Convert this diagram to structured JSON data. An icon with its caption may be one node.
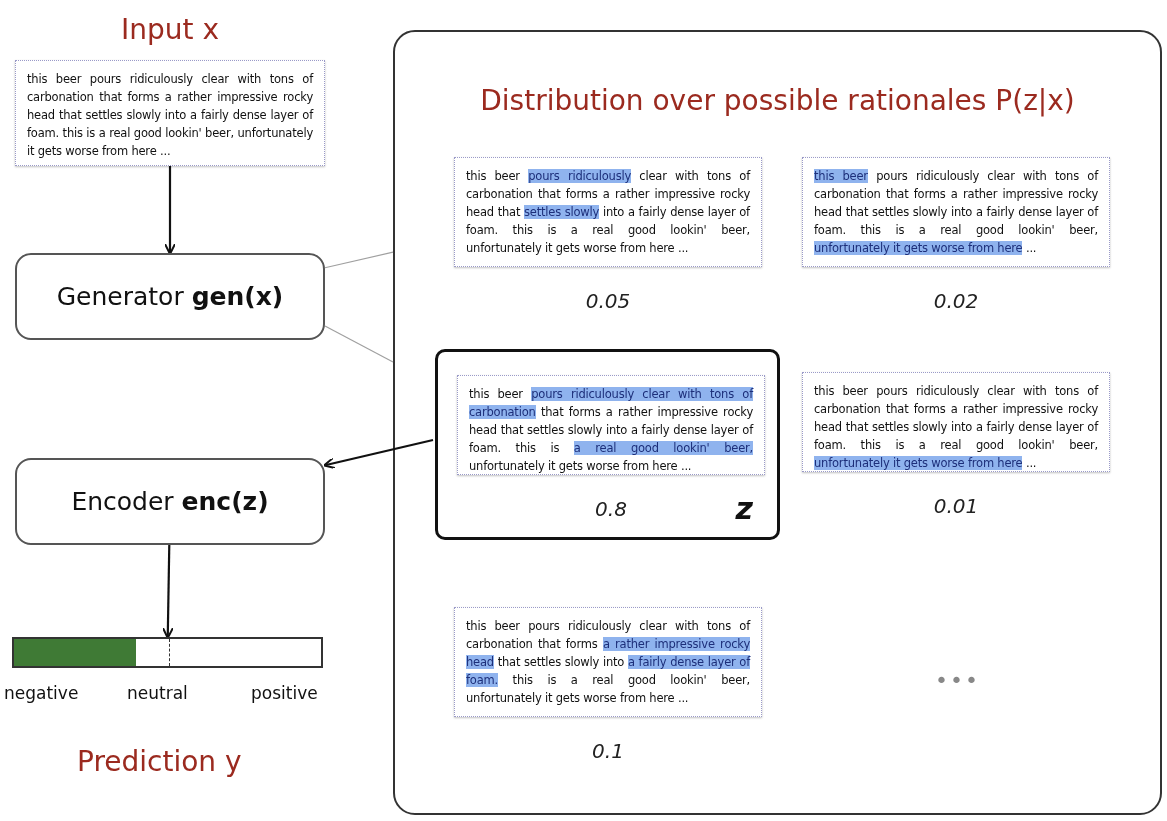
{
  "diagram": {
    "nodes": [
      {
        "text": [
          "this beer pours ridiculously clear with tons of carbonation that forms a rather impressive rocky head that settles slowly into a fairly dense layer of foam. this is a real good lookin' beer, unfortunately it gets worse from here ..."
        ],
        "beside": [
          "Input x"
        ]
      },
      {
        "text": [
          "Generator **gen(x)**"
        ]
      },
      {
        "text": [
          "Distribution over possible rationales P(z|x)"
        ]
      },
      {
        "text": [
          "this beer **pours ridiculously** clear with tons of carbonation that forms a rather impressive rocky head that **settles slowly** into a fairly dense layer of foam. this is a real good lookin' beer, unfortunately it gets worse from here ..."
        ],
        "beside": [
          "0.05"
        ],
        "in": 2
      },
      {
        "text": [
          "**this beer** pours ridiculously clear with tons of carbonation that forms a rather impressive rocky head that settles slowly into a fairly dense layer of foam. this is a real good lookin' beer, **unfortunately it gets worse from here** ..."
        ],
        "beside": [
          "0.02"
        ],
        "in": 2
      },
      {
        "text": [
          "z"
        ],
        "in": 2
      },
      {
        "text": [
          "this beer **pours ridiculously clear with tons of carbonation** that forms a rather impressive rocky head that settles slowly into a fairly dense layer of foam. this is **a real good lookin' beer,** unfortunately it gets worse from here ..."
        ],
        "beside": [
          "0.8"
        ],
        "in": 5
      },
      {
        "text": [
          "this beer pours ridiculously clear with tons of carbonation that forms a rather impressive rocky head that settles slowly into a fairly dense layer of foam. this is a real good lookin' beer, **unfortunately it gets worse from here** ..."
        ],
        "beside": [
          "0.01"
        ],
        "in": 2
      },
      {
        "text": [
          "this beer pours ridiculously clear with tons of carbonation that forms **a rather impressive rocky head** that settles slowly into **a fairly dense layer of foam.** this is a real good lookin' beer, unfortunately it gets worse from here ..."
        ],
        "beside": [
          "0.1"
        ],
        "in": 2
      },
      {
        "text": [
          "Encoder **enc(z)**"
        ]
      },
      {
        "text": [],
        "shape": "bar",
        "beside": [
          "negative",
          "neutral",
          "positive",
          "Prediction y"
        ]
      }
    ],
    "edges": [
      {
        "from": 0,
        "to": 1,
        "arrow": "to"
      },
      {
        "from": 1,
        "to": 2,
        "arrow": "none",
        "color": "#a0a0a0"
      },
      {
        "from": 1,
        "to": 2,
        "arrow": "none",
        "color": "#a0a0a0"
      },
      {
        "from": 5,
        "to": 9,
        "arrow": "to"
      },
      {
        "from": 9,
        "to": 10,
        "arrow": "to"
      }
    ],
    "labels": [
      "•••"
    ]
  }
}
